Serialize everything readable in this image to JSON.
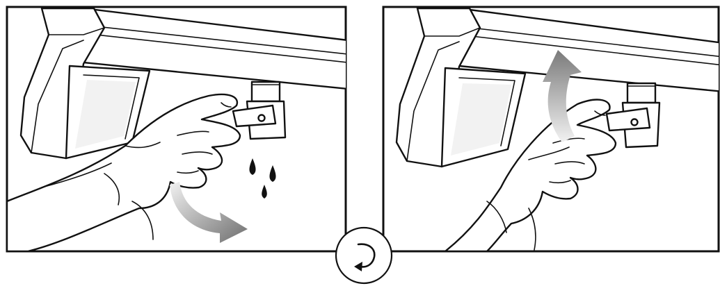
{
  "figure": {
    "panels": [
      {
        "id": "left",
        "step": "open-valve-drain"
      },
      {
        "id": "right",
        "step": "close-valve"
      }
    ],
    "center_badge_icon": "rotate-counterclockwise-icon",
    "left_arrow_icon": "rotate-down-arrow-icon",
    "right_arrow_icon": "rotate-up-arrow-icon",
    "drop_icon": "water-drop-icon",
    "colors": {
      "line": "#111111",
      "arrow_gradient_start": "#f2f2f2",
      "arrow_gradient_end": "#6e6e6e",
      "background": "#ffffff"
    }
  }
}
